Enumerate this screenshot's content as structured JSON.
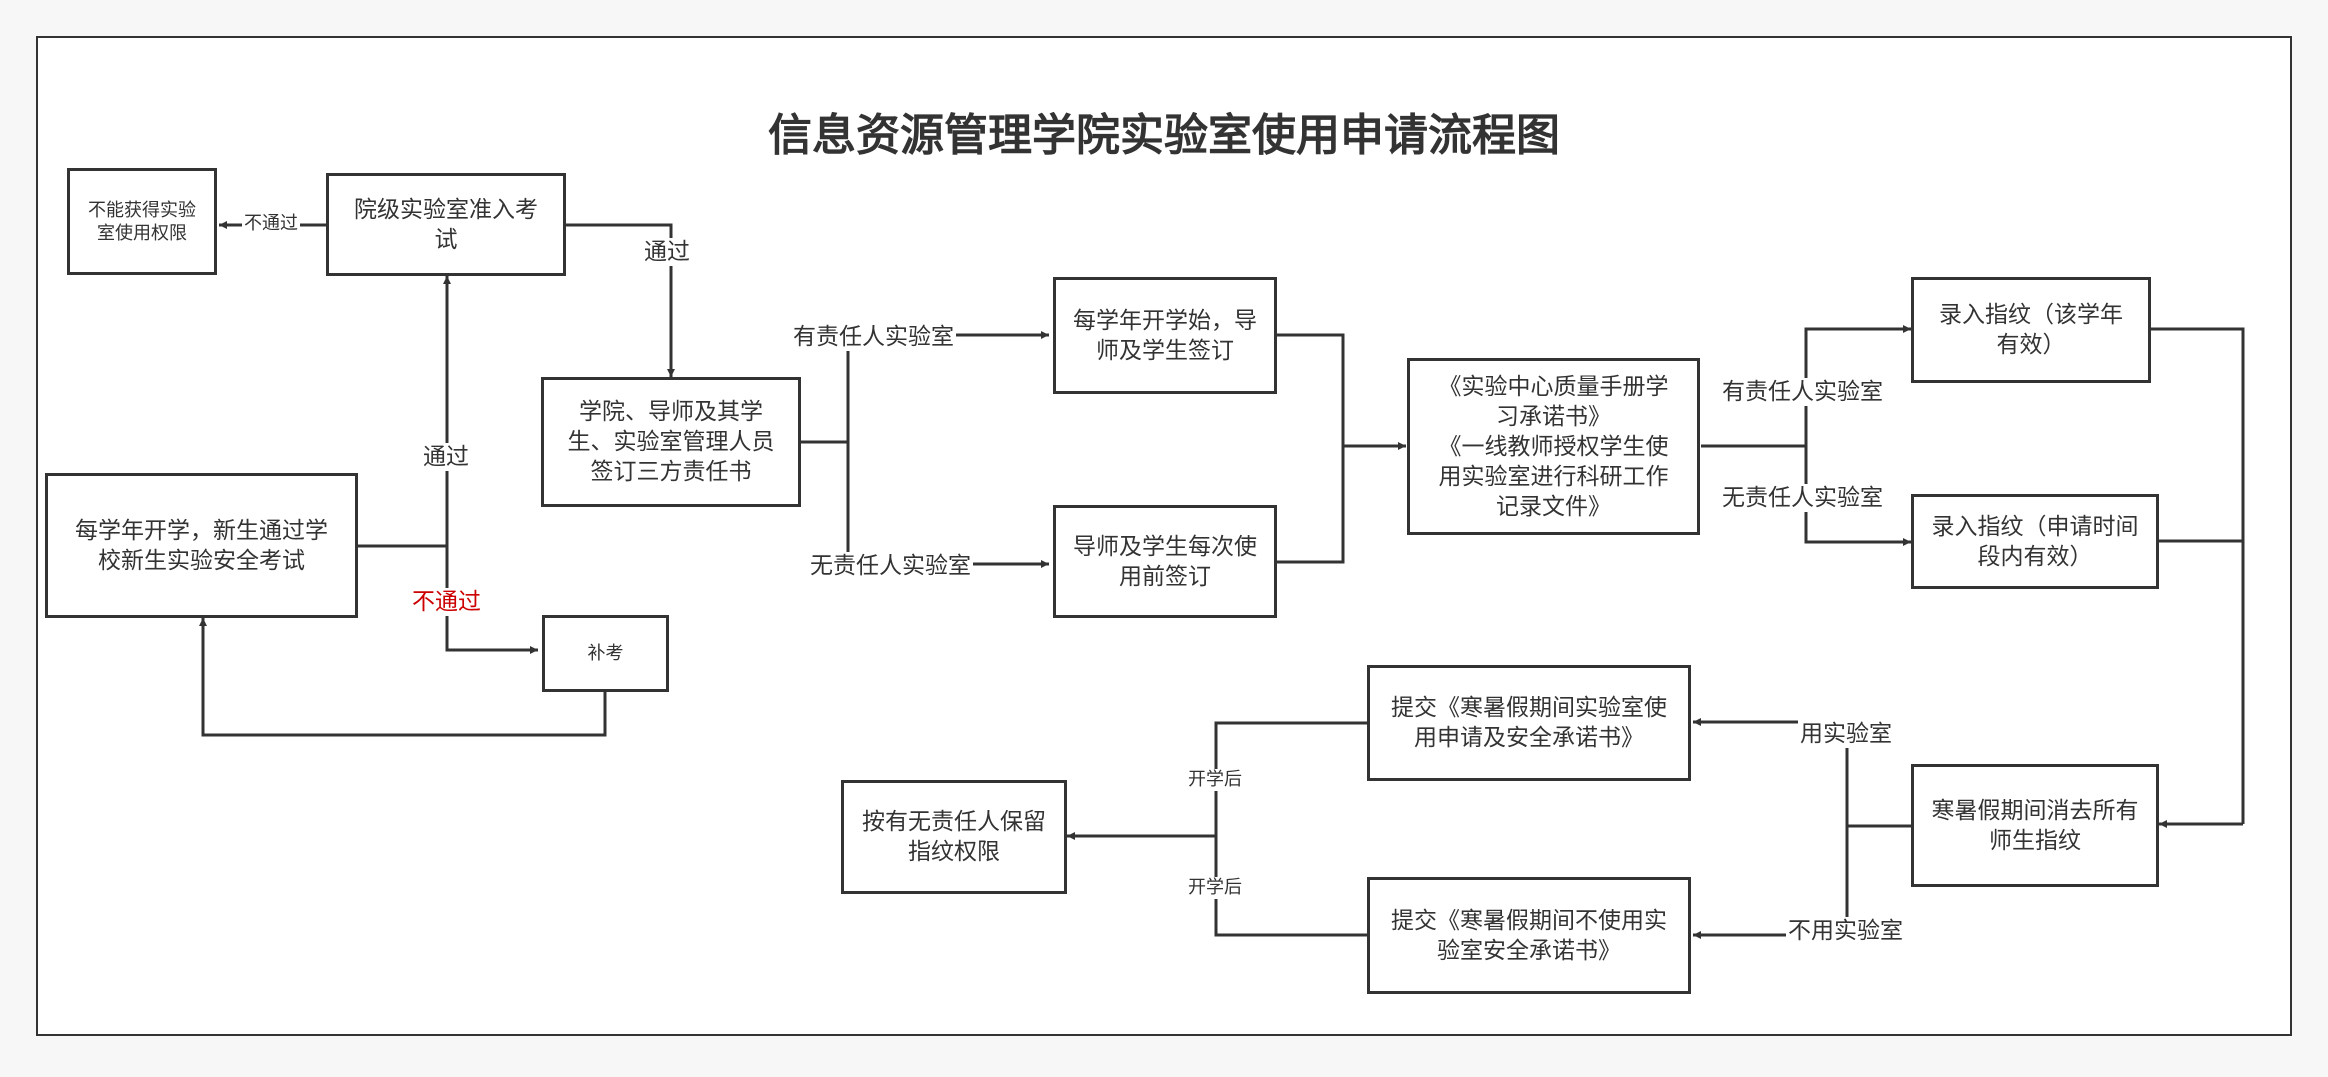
{
  "title": "信息资源管理学院实验室使用申请流程图",
  "boxes": {
    "no_access": "不能获得实验\n室使用权限",
    "college_exam": "院级实验室准入考\n试",
    "new_student_exam": "每学年开学，新生通过学\n校新生实验安全考试",
    "makeup": "补考",
    "tripartite": "学院、导师及其学\n生、实验室管理人员\n签订三方责任书",
    "yearly_sign": "每学年开学始，导\n师及学生签订",
    "per_use_sign": "导师及学生每次使\n用前签订",
    "documents": "《实验中心质量手册学\n习承诺书》\n《一线教师授权学生使\n用实验室进行科研工作\n记录文件》",
    "fp_year": "录入指纹（该学年\n有效）",
    "fp_period": "录入指纹（申请时间\n段内有效）",
    "vacation_clear": "寒暑假期间消去所有\n师生指纹",
    "submit_use": "提交《寒暑假期间实验室使\n用申请及安全承诺书》",
    "submit_nouse": "提交《寒暑假期间不使用实\n验室安全承诺书》",
    "retain": "按有无责任人保留\n指纹权限"
  },
  "labels": {
    "fail_top": "不通过",
    "pass_top": "通过",
    "pass_left": "通过",
    "fail_left": "不通过",
    "with_person_1": "有责任人实验室",
    "without_person_1": "无责任人实验室",
    "with_person_2": "有责任人实验室",
    "without_person_2": "无责任人实验室",
    "use_lab": "用实验室",
    "not_use_lab": "不用实验室",
    "after_term_1": "开学后",
    "after_term_2": "开学后"
  },
  "colors": {
    "line": "#333333",
    "fail_label": "#cc0000"
  }
}
